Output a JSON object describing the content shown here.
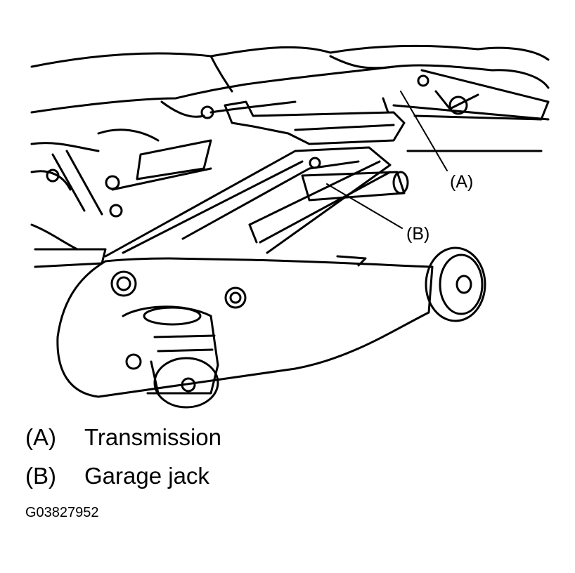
{
  "callouts": {
    "a": "(A)",
    "b": "(B)"
  },
  "legend": [
    {
      "key": "(A)",
      "label": "Transmission"
    },
    {
      "key": "(B)",
      "label": "Garage jack"
    }
  ],
  "figure_id": "G03827952"
}
